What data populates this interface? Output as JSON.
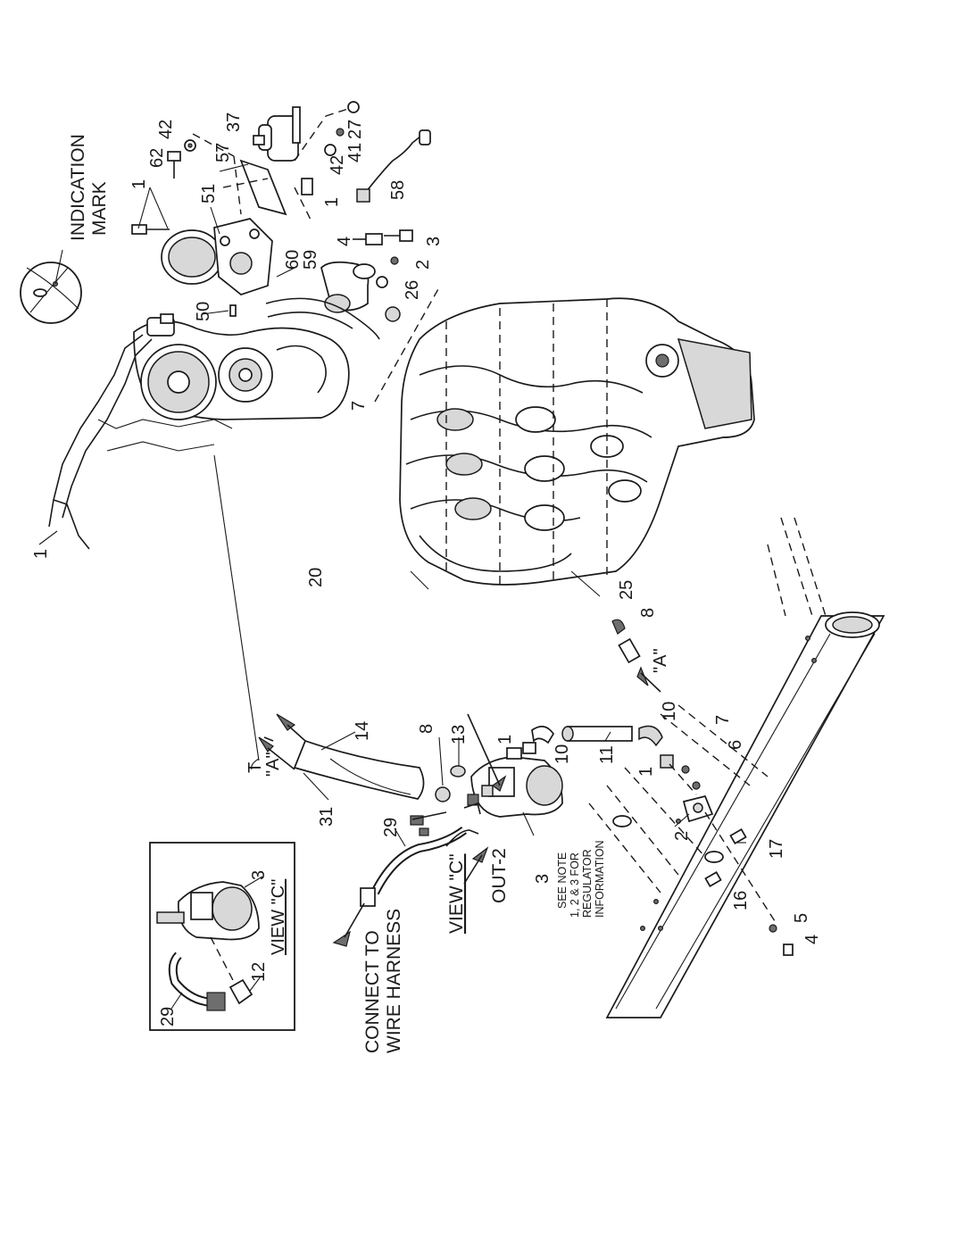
{
  "diagram": {
    "labels": {
      "indication_mark": [
        "INDICATION",
        "MARK"
      ],
      "connect_to_wire_harness": [
        "CONNECT TO",
        "WIRE HARNESS"
      ],
      "view_c": "VIEW \"C\"",
      "view_c_inset": "VIEW \"C\"",
      "out_2": "OUT-2",
      "see_note": [
        "SEE NOTE",
        "1, 2 & 3 FOR",
        "REGULATOR",
        "INFORMATION"
      ],
      "view_a_hose": "\"A\"",
      "view_a_tube": "\"A\"",
      "t_mark": "T"
    },
    "callouts": {
      "c1_top": "1",
      "c62": "62",
      "c42_top": "42",
      "c51": "51",
      "c57": "57",
      "c37": "37",
      "c27": "27",
      "c41": "41",
      "c42_mid": "42",
      "c1_mid": "1",
      "c58": "58",
      "c4_top": "4",
      "c3_top": "3",
      "c60": "60",
      "c59": "59",
      "c2_top": "2",
      "c26": "26",
      "c50": "50",
      "c7_top": "7",
      "c1_left": "1",
      "c20": "20",
      "c25": "25",
      "c8_right": "8",
      "c14": "14",
      "c31": "31",
      "c8_mid": "8",
      "c13": "13",
      "c1_reg": "1",
      "c10_a": "10",
      "c11": "11",
      "c10_b": "10",
      "c7_low": "7",
      "c6": "6",
      "c1_low": "1",
      "c29": "29",
      "c3_reg": "3",
      "c2_low": "2",
      "c17": "17",
      "c16": "16",
      "c5": "5",
      "c4_low": "4",
      "c3_inset": "3",
      "c12": "12",
      "c29_inset": "29"
    }
  }
}
